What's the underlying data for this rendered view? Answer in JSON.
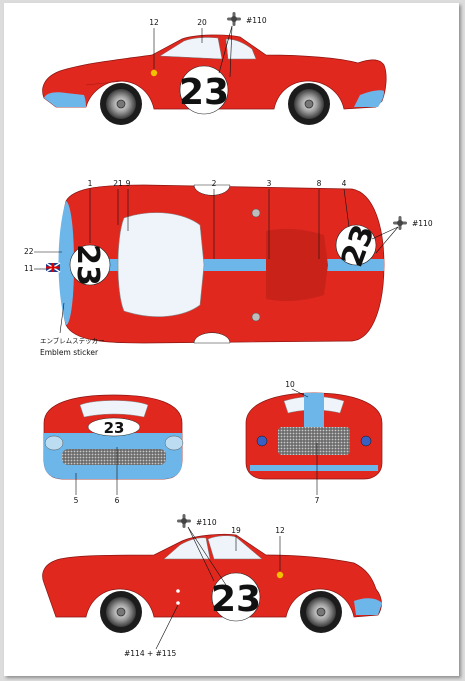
{
  "colors": {
    "body_red": "#e0281f",
    "stripe_blue": "#6cb6ea",
    "glass": "#eef4fa",
    "tire": "#1c1c1c",
    "yellow_dot": "#f2c200"
  },
  "icons": [
    "decal-crossed-tools-icon",
    "union-jack-flag-icon"
  ],
  "race_number": "23",
  "callouts": {
    "c1": "1",
    "c2": "2",
    "c3": "3",
    "c4": "4",
    "c5": "5",
    "c6": "6",
    "c7": "7",
    "c8": "8",
    "c9": "9",
    "c10": "10",
    "c11": "11",
    "c12": "12",
    "c19": "19",
    "c20": "20",
    "c21": "21",
    "c22": "22"
  },
  "part_refs": {
    "top_view_right": "#110",
    "top_view_top": "#110",
    "bottom_view": "#110",
    "bottom_combo": "#114 + #115"
  },
  "emblem_note": {
    "japanese": "エンブレムステッカー",
    "english": "Emblem sticker"
  }
}
